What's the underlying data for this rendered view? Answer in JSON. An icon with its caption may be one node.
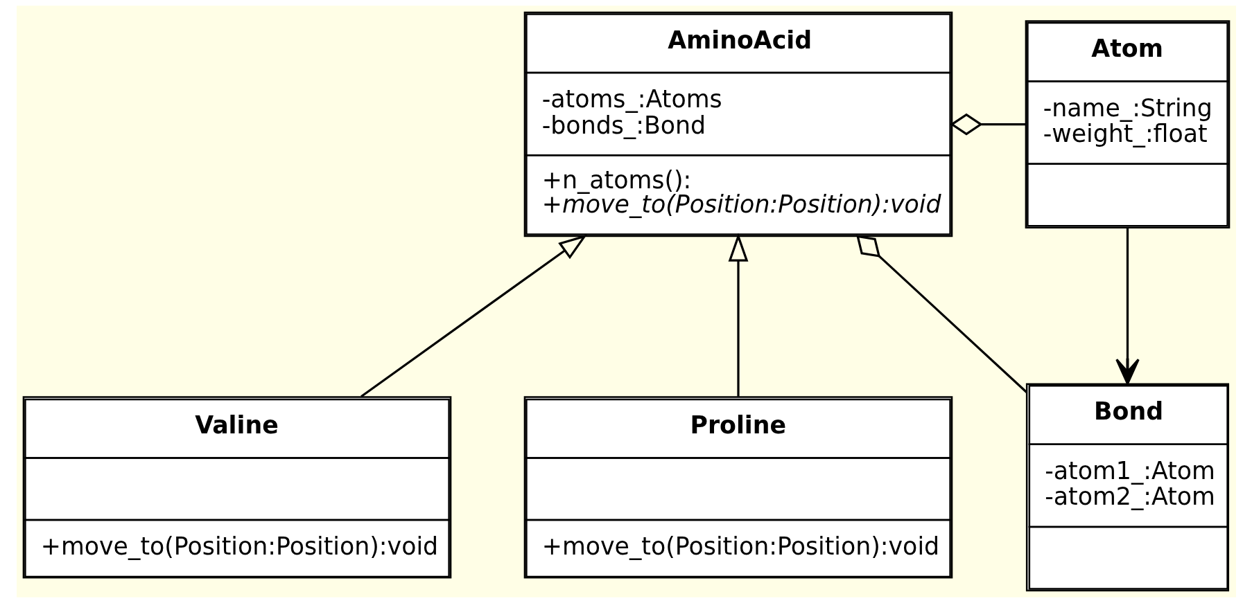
{
  "diagram": {
    "nodes": [
      {
        "text": [
          "AminoAcid",
          "-atoms_:Atoms",
          "-bonds_:Bond",
          "+n_atoms():",
          "+move_to(Position:Position):void"
        ]
      },
      {
        "text": [
          "Atom",
          "-name_:String",
          "-weight_:float"
        ]
      },
      {
        "text": [
          "Valine",
          "+move_to(Position:Position):void"
        ]
      },
      {
        "text": [
          "Proline",
          "+move_to(Position:Position):void"
        ]
      },
      {
        "text": [
          "Bond",
          "-atom1_:Atom",
          "-atom2_:Atom"
        ]
      }
    ],
    "edges": [
      {
        "from": 0,
        "to": 1,
        "arrow": "other"
      },
      {
        "from": 2,
        "to": 0,
        "arrow": "to"
      },
      {
        "from": 3,
        "to": 0,
        "arrow": "to"
      },
      {
        "from": 0,
        "to": 4,
        "arrow": "other"
      },
      {
        "from": 1,
        "to": 4,
        "arrow": "to"
      }
    ]
  }
}
